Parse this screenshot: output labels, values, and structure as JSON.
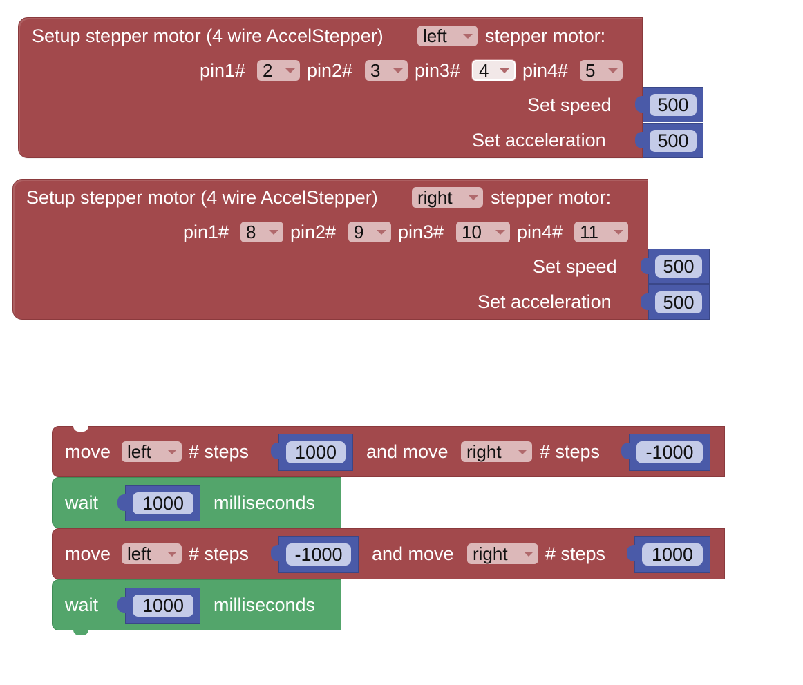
{
  "colors": {
    "motor_block": "#a2494c",
    "wait_block": "#53a56b",
    "number_block": "#4a5aa8",
    "number_field": "#c4cbe8",
    "dropdown_field": "#dcb8b9"
  },
  "setup_blocks": [
    {
      "title_pre": "Setup stepper motor (4 wire AccelStepper)",
      "motor": "left",
      "title_post": "stepper motor:",
      "pin1_label": "pin1#",
      "pin1": "2",
      "pin2_label": "pin2#",
      "pin2": "3",
      "pin3_label": "pin3#",
      "pin3": "4",
      "pin4_label": "pin4#",
      "pin4": "5",
      "speed_label": "Set speed",
      "speed": "500",
      "accel_label": "Set acceleration",
      "accel": "500"
    },
    {
      "title_pre": "Setup stepper motor (4 wire AccelStepper)",
      "motor": "right",
      "title_post": "stepper motor:",
      "pin1_label": "pin1#",
      "pin1": "8",
      "pin2_label": "pin2#",
      "pin2": "9",
      "pin3_label": "pin3#",
      "pin3": "10",
      "pin4_label": "pin4#",
      "pin4": "11",
      "speed_label": "Set speed",
      "speed": "500",
      "accel_label": "Set acceleration",
      "accel": "500"
    }
  ],
  "program": [
    {
      "type": "move",
      "move_label": "move",
      "motor1": "left",
      "steps_label1": "# steps",
      "steps1": "1000",
      "and_move_label": "and move",
      "motor2": "right",
      "steps_label2": "# steps",
      "steps2": "-1000"
    },
    {
      "type": "wait",
      "wait_label": "wait",
      "ms": "1000",
      "unit_label": "milliseconds"
    },
    {
      "type": "move",
      "move_label": "move",
      "motor1": "left",
      "steps_label1": "# steps",
      "steps1": "-1000",
      "and_move_label": "and move",
      "motor2": "right",
      "steps_label2": "# steps",
      "steps2": "1000"
    },
    {
      "type": "wait",
      "wait_label": "wait",
      "ms": "1000",
      "unit_label": "milliseconds"
    }
  ]
}
